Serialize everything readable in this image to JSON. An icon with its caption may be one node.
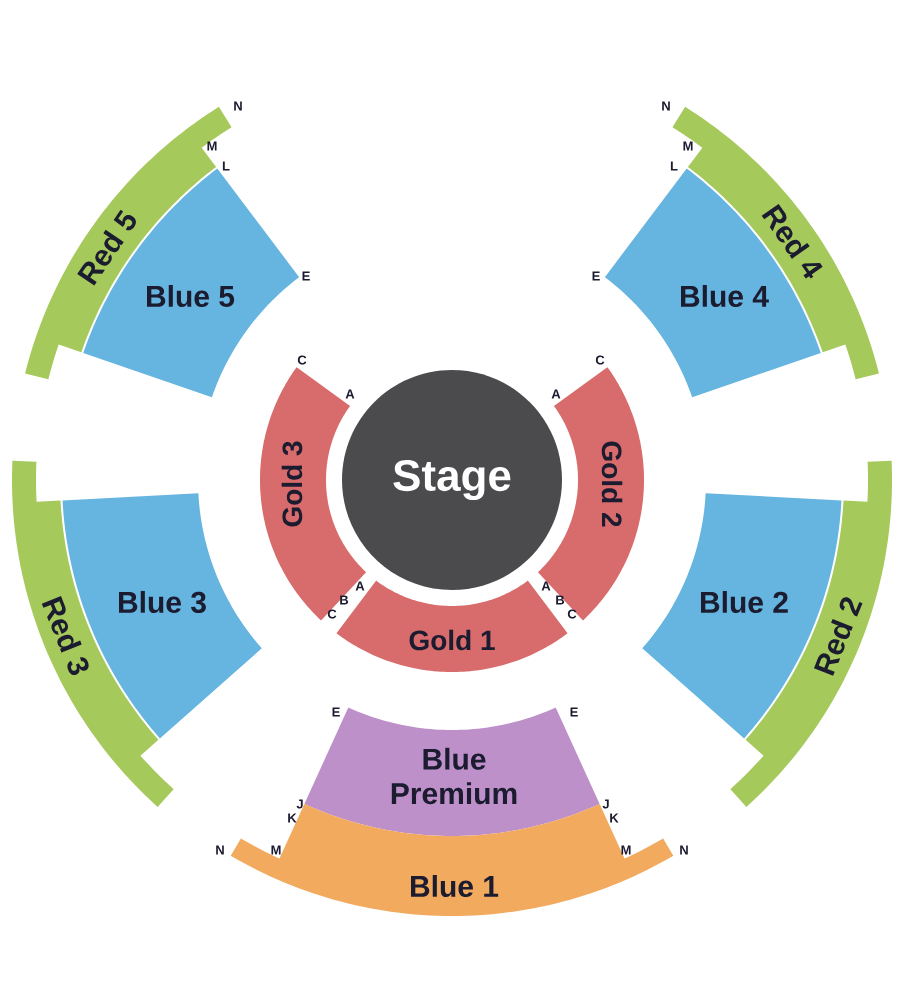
{
  "diagram": {
    "nodes": [
      {
        "text": [
          "Red 5"
        ]
      },
      {
        "text": [
          "Blue 5"
        ]
      },
      {
        "text": [
          "Blue 4"
        ]
      },
      {
        "text": [
          "Red 4"
        ]
      },
      {
        "text": [
          "Gold 3"
        ]
      },
      {
        "text": [
          "Stage"
        ]
      },
      {
        "text": [
          "Gold 2"
        ]
      },
      {
        "text": [
          "Red 3"
        ]
      },
      {
        "text": [
          "Blue 3"
        ]
      },
      {
        "text": [
          "Gold 1"
        ]
      },
      {
        "text": [
          "Blue 2"
        ]
      },
      {
        "text": [
          "Red 2"
        ]
      },
      {
        "text": [
          "Blue Premium"
        ]
      },
      {
        "text": [
          "Blue 1"
        ]
      }
    ],
    "labels": [
      "N",
      "N",
      "M",
      "M",
      "L",
      "L",
      "E",
      "E",
      "C",
      "C",
      "A",
      "A",
      "A",
      "A",
      "B",
      "B",
      "C",
      "C",
      "E",
      "E",
      "J",
      "J",
      "K",
      "K",
      "N",
      "M",
      "M",
      "N"
    ]
  }
}
